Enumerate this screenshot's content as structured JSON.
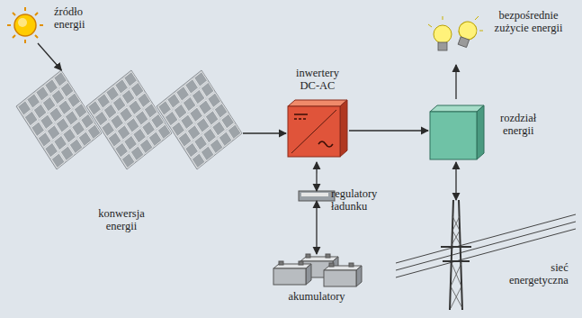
{
  "diagram": {
    "nodes": [
      {
        "text": [
          "źródło energii"
        ]
      },
      {
        "text": [
          "konwersja energii"
        ]
      },
      {
        "text": [
          "inwertery DC-AC"
        ]
      },
      {
        "text": [
          "regulatory ładunku"
        ]
      },
      {
        "text": [
          "akumulatory"
        ]
      },
      {
        "text": [
          "rozdział energii"
        ]
      },
      {
        "text": [
          "bezpośrednie zużycie energii"
        ]
      },
      {
        "text": [
          "sieć energetyczna"
        ]
      }
    ],
    "edges": [
      {
        "from": 0,
        "to": 1,
        "arrow": "to"
      },
      {
        "from": 1,
        "to": 2,
        "arrow": "to"
      },
      {
        "from": 2,
        "to": 3,
        "arrow": "both"
      },
      {
        "from": 3,
        "to": 4,
        "arrow": "both"
      },
      {
        "from": 2,
        "to": 5,
        "arrow": "to"
      },
      {
        "from": 5,
        "to": 6,
        "arrow": "to"
      },
      {
        "from": 5,
        "to": 7,
        "arrow": "both"
      }
    ]
  }
}
